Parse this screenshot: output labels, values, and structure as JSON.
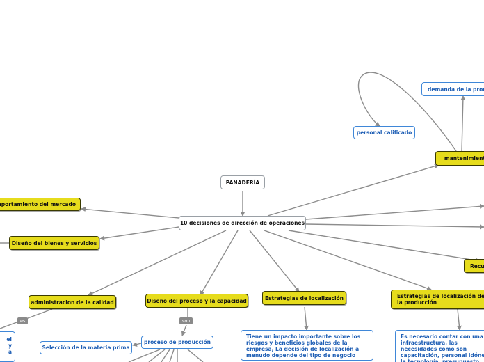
{
  "nodes": {
    "panaderia": "PANADERÍA",
    "central": "10 decisiones de dirección de operaciones",
    "comportamiento": "comportamiento del mercado",
    "diseno_bienes": "Diseño del bienes y servicios",
    "calidad": "administracion de la calidad",
    "proceso_capacidad": "Diseño del proceso y la capacidad",
    "estrategias_loc": "Estrategias de localización",
    "estrategias_loc_prod": "Estrategias de localización de la producción",
    "mantenimiento": "mantenimiento",
    "recursos": "Recursos",
    "demanda": "demanda de la producción",
    "personal": "personal calificado",
    "proceso_produccion": "proceso de producción",
    "seleccion": "Selección de la materia prima",
    "impacto": "Tiene un impacto  importante sobre los riesgos y beneficios globales de la empresa, La decisión de localización a menudo depende del tipo de negocio",
    "necesario": "Es necesario contar con una infraestructura, las necesidades como son capacitación, personal idóneo, la tecnología, presupuesto para determinar el flujo suficiente de materiales",
    "left_fragment": "el\ny\na"
  },
  "tags": {
    "es": "es",
    "son": "son"
  },
  "colors": {
    "yellow_node": "#e6dc1c",
    "blue_border": "#3f87d8",
    "blue_text": "#1f5fb5",
    "link": "#8c8c8c",
    "tag_bg": "#8a8a8a"
  }
}
